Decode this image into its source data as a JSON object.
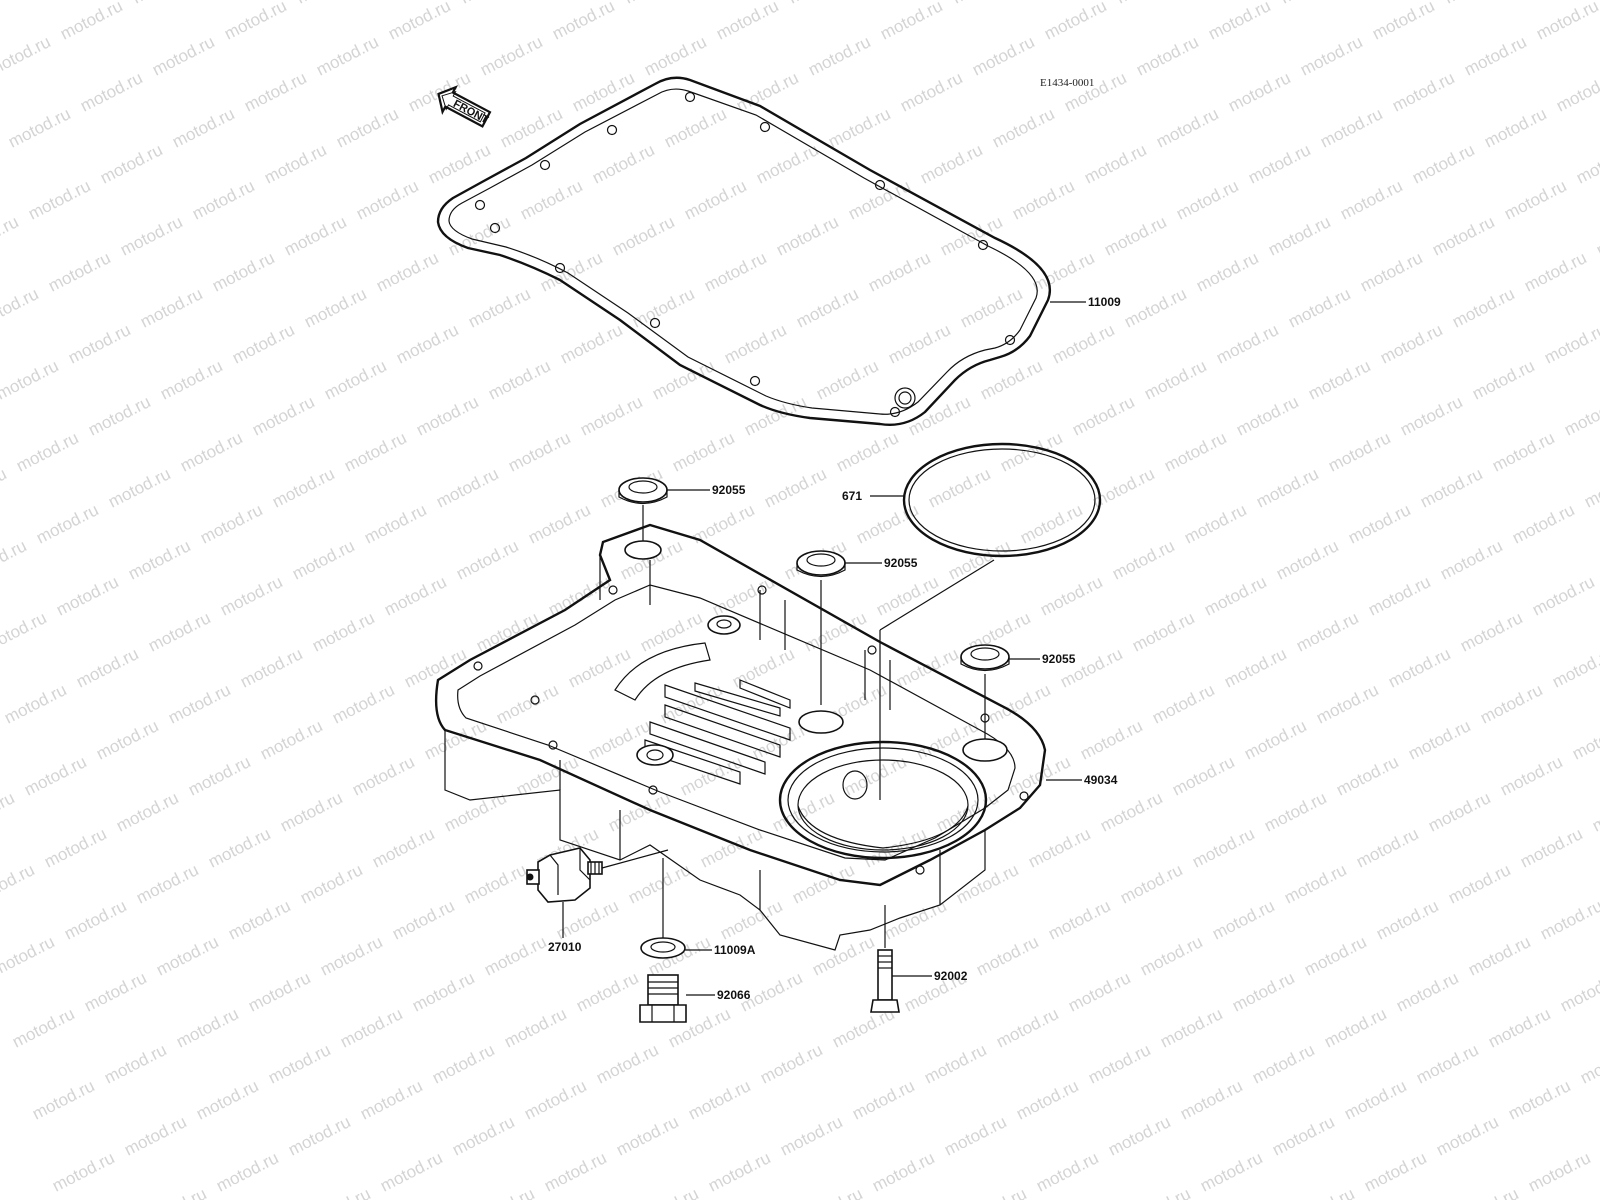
{
  "diagram": {
    "code": "E1434-0001",
    "front_marker": "FRONT",
    "watermark": "motod.ru",
    "parts": [
      {
        "id": "gasket",
        "number": "11009"
      },
      {
        "id": "o-ring",
        "number": "671"
      },
      {
        "id": "oil-pan",
        "number": "49034"
      },
      {
        "id": "washer-1",
        "number": "92055"
      },
      {
        "id": "washer-2",
        "number": "92055"
      },
      {
        "id": "washer-3",
        "number": "92055"
      },
      {
        "id": "oil-pressure-switch",
        "number": "27010"
      },
      {
        "id": "drain-washer",
        "number": "11009A"
      },
      {
        "id": "drain-plug",
        "number": "92066"
      },
      {
        "id": "bolt",
        "number": "92002"
      }
    ]
  }
}
